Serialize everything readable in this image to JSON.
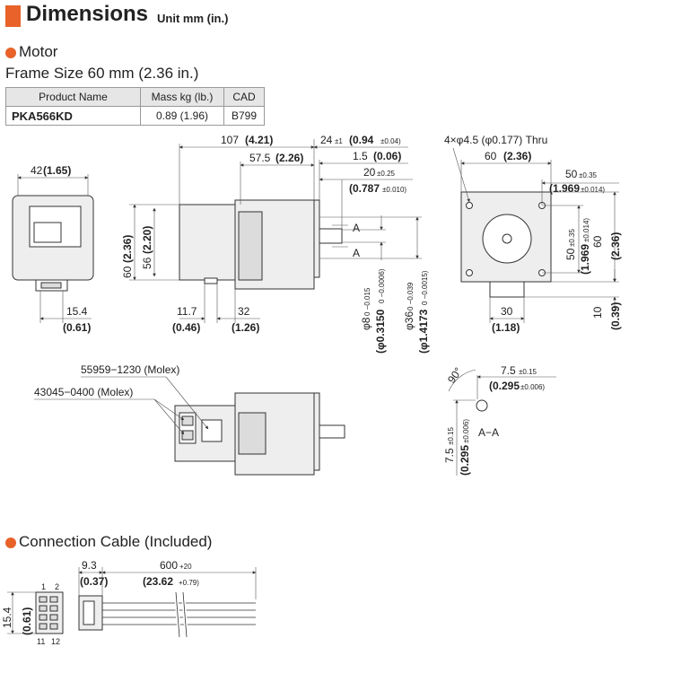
{
  "header": {
    "title": "Dimensions",
    "unit": "Unit mm (in.)"
  },
  "section_motor": {
    "title": "Motor"
  },
  "frame_size": "Frame Size 60 mm (2.36 in.)",
  "spec_table": {
    "headers": [
      "Product Name",
      "Mass kg (lb.)",
      "CAD"
    ],
    "rows": [
      {
        "product": "PKA566KD",
        "mass": "0.89 (1.96)",
        "cad": "B799"
      }
    ]
  },
  "dims": {
    "front_width": "42",
    "front_width_in": "(1.65)",
    "front_conn": "15.4",
    "front_conn_in": "(0.61)",
    "total_len": "107",
    "total_len_in": "(4.21)",
    "body_len": "57.5",
    "body_len_in": "(2.26)",
    "shaft_total": "24",
    "shaft_total_tol": "±1",
    "shaft_total_in": "(0.94",
    "shaft_total_in_tol": "±0.04)",
    "flange_thk": "1.5",
    "flange_thk_in": "(0.06)",
    "shaft_len": "20",
    "shaft_len_tol": "±0.25",
    "shaft_len_in": "(0.787",
    "shaft_len_in_tol": "±0.010)",
    "height60": "60",
    "height60_in": "(2.36)",
    "height56": "56",
    "height56_in": "(2.20)",
    "bottom_117": "11.7",
    "bottom_117_in": "(0.46)",
    "bottom_32": "32",
    "bottom_32_in": "(1.26)",
    "shaft_dia": "φ8",
    "shaft_dia_tol": "0 −0.015",
    "shaft_dia_in": "(φ0.3150",
    "shaft_dia_in_tol": "0 −0.0006)",
    "pilot_dia": "φ36",
    "pilot_dia_tol": "0 −0.039",
    "pilot_dia_in": "(φ1.4173",
    "pilot_dia_in_tol": "0 −0.0015)",
    "section_a": "A",
    "holes": "4×φ4.5 (φ0.177) Thru",
    "sq60": "60",
    "sq60_in": "(2.36)",
    "pitch50": "50",
    "pitch50_tol": "±0.35",
    "pitch50_in": "(1.969",
    "pitch50_in_tol": "±0.014)",
    "side60": "60",
    "side60_in": "(2.36)",
    "conn30": "30",
    "conn30_in": "(1.18)",
    "conn10": "10",
    "conn10_in": "(0.39)",
    "connector1": "55959−1230 (Molex)",
    "connector2": "43045−0400 (Molex)",
    "flat75": "7.5",
    "flat75_tol": "±0.15",
    "flat75_in": "(0.295",
    "flat75_in_tol": "±0.006)",
    "angle": "90°",
    "aa_label": "A−A"
  },
  "section_cable": {
    "title": "Connection Cable (Included)"
  },
  "cable": {
    "d93": "9.3",
    "d93_in": "(0.37)",
    "d600": "600",
    "d600_tol": "+20",
    "d600_in": "(23.62",
    "d600_in_tol": "+0.79)",
    "d154": "15.4",
    "d154_in": "(0.61)",
    "pin1": "1",
    "pin2": "2",
    "pin11": "11",
    "pin12": "12"
  },
  "colors": {
    "accent": "#e8622a"
  }
}
